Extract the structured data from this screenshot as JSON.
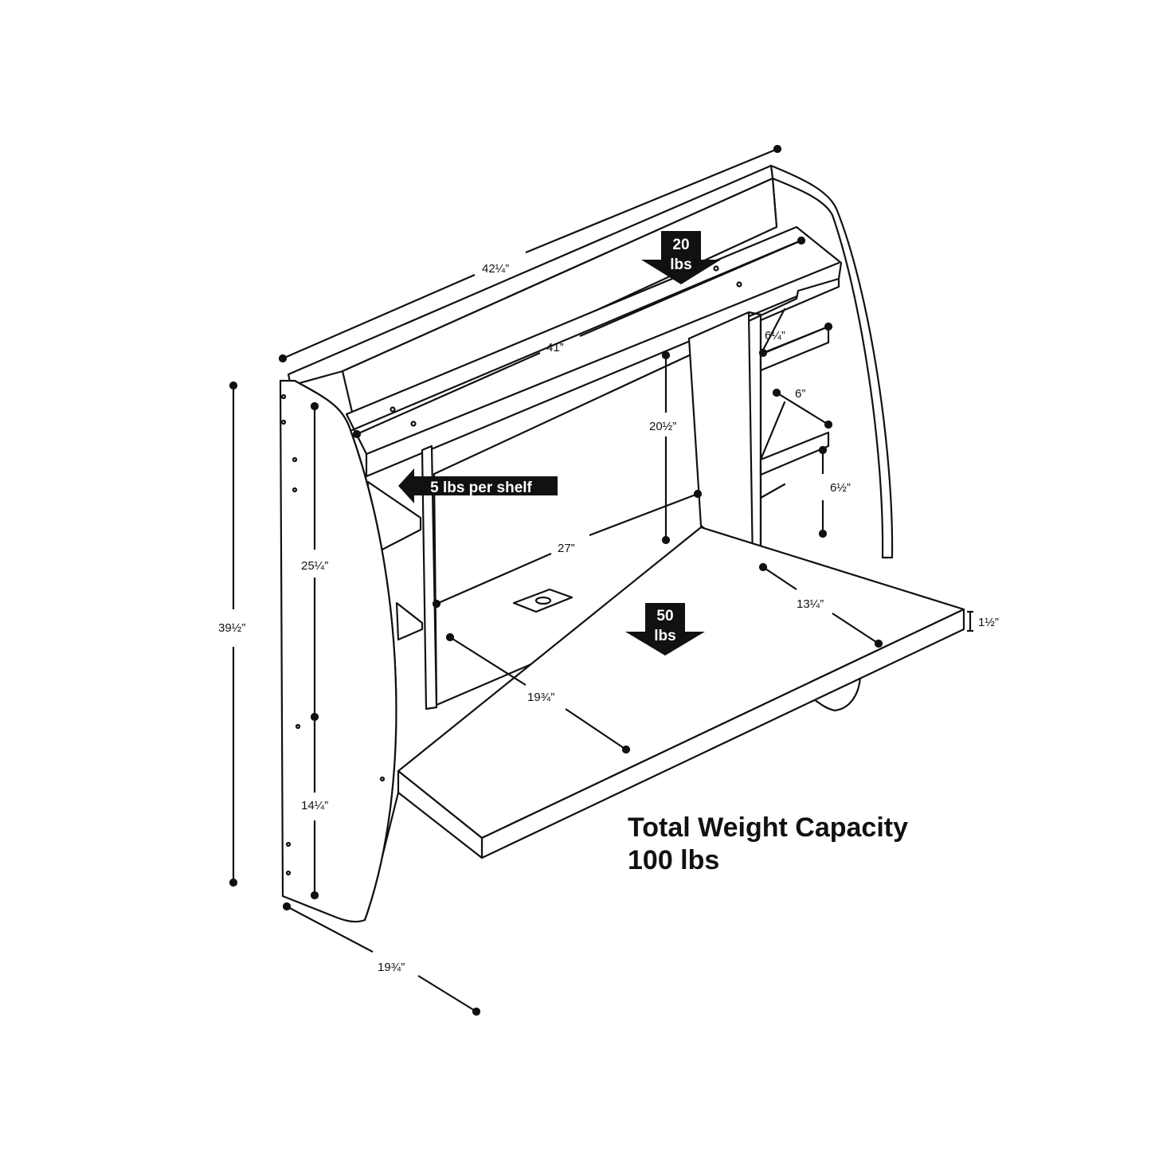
{
  "dimensions": {
    "overall_width": "42¼”",
    "shelf_width": "41”",
    "overall_height": "39½”",
    "upper_side_height": "25¼”",
    "lower_side_height": "14¼”",
    "overall_depth": "19¾”",
    "desk_depth": "19¾”",
    "inner_height": "20½”",
    "inner_width": "27”",
    "desk_right_depth": "13¼”",
    "desk_thickness": "1½”",
    "top_cubby_height": "6¼”",
    "mid_cubby_height": "6”",
    "lower_cubby_height": "6½”"
  },
  "load_labels": {
    "top_shelf_line1": "20",
    "top_shelf_line2": "lbs",
    "desk_line1": "50",
    "desk_line2": "lbs",
    "side_shelf": "5 lbs per shelf"
  },
  "capacity": {
    "line1": "Total Weight Capacity",
    "line2": "100 lbs"
  }
}
